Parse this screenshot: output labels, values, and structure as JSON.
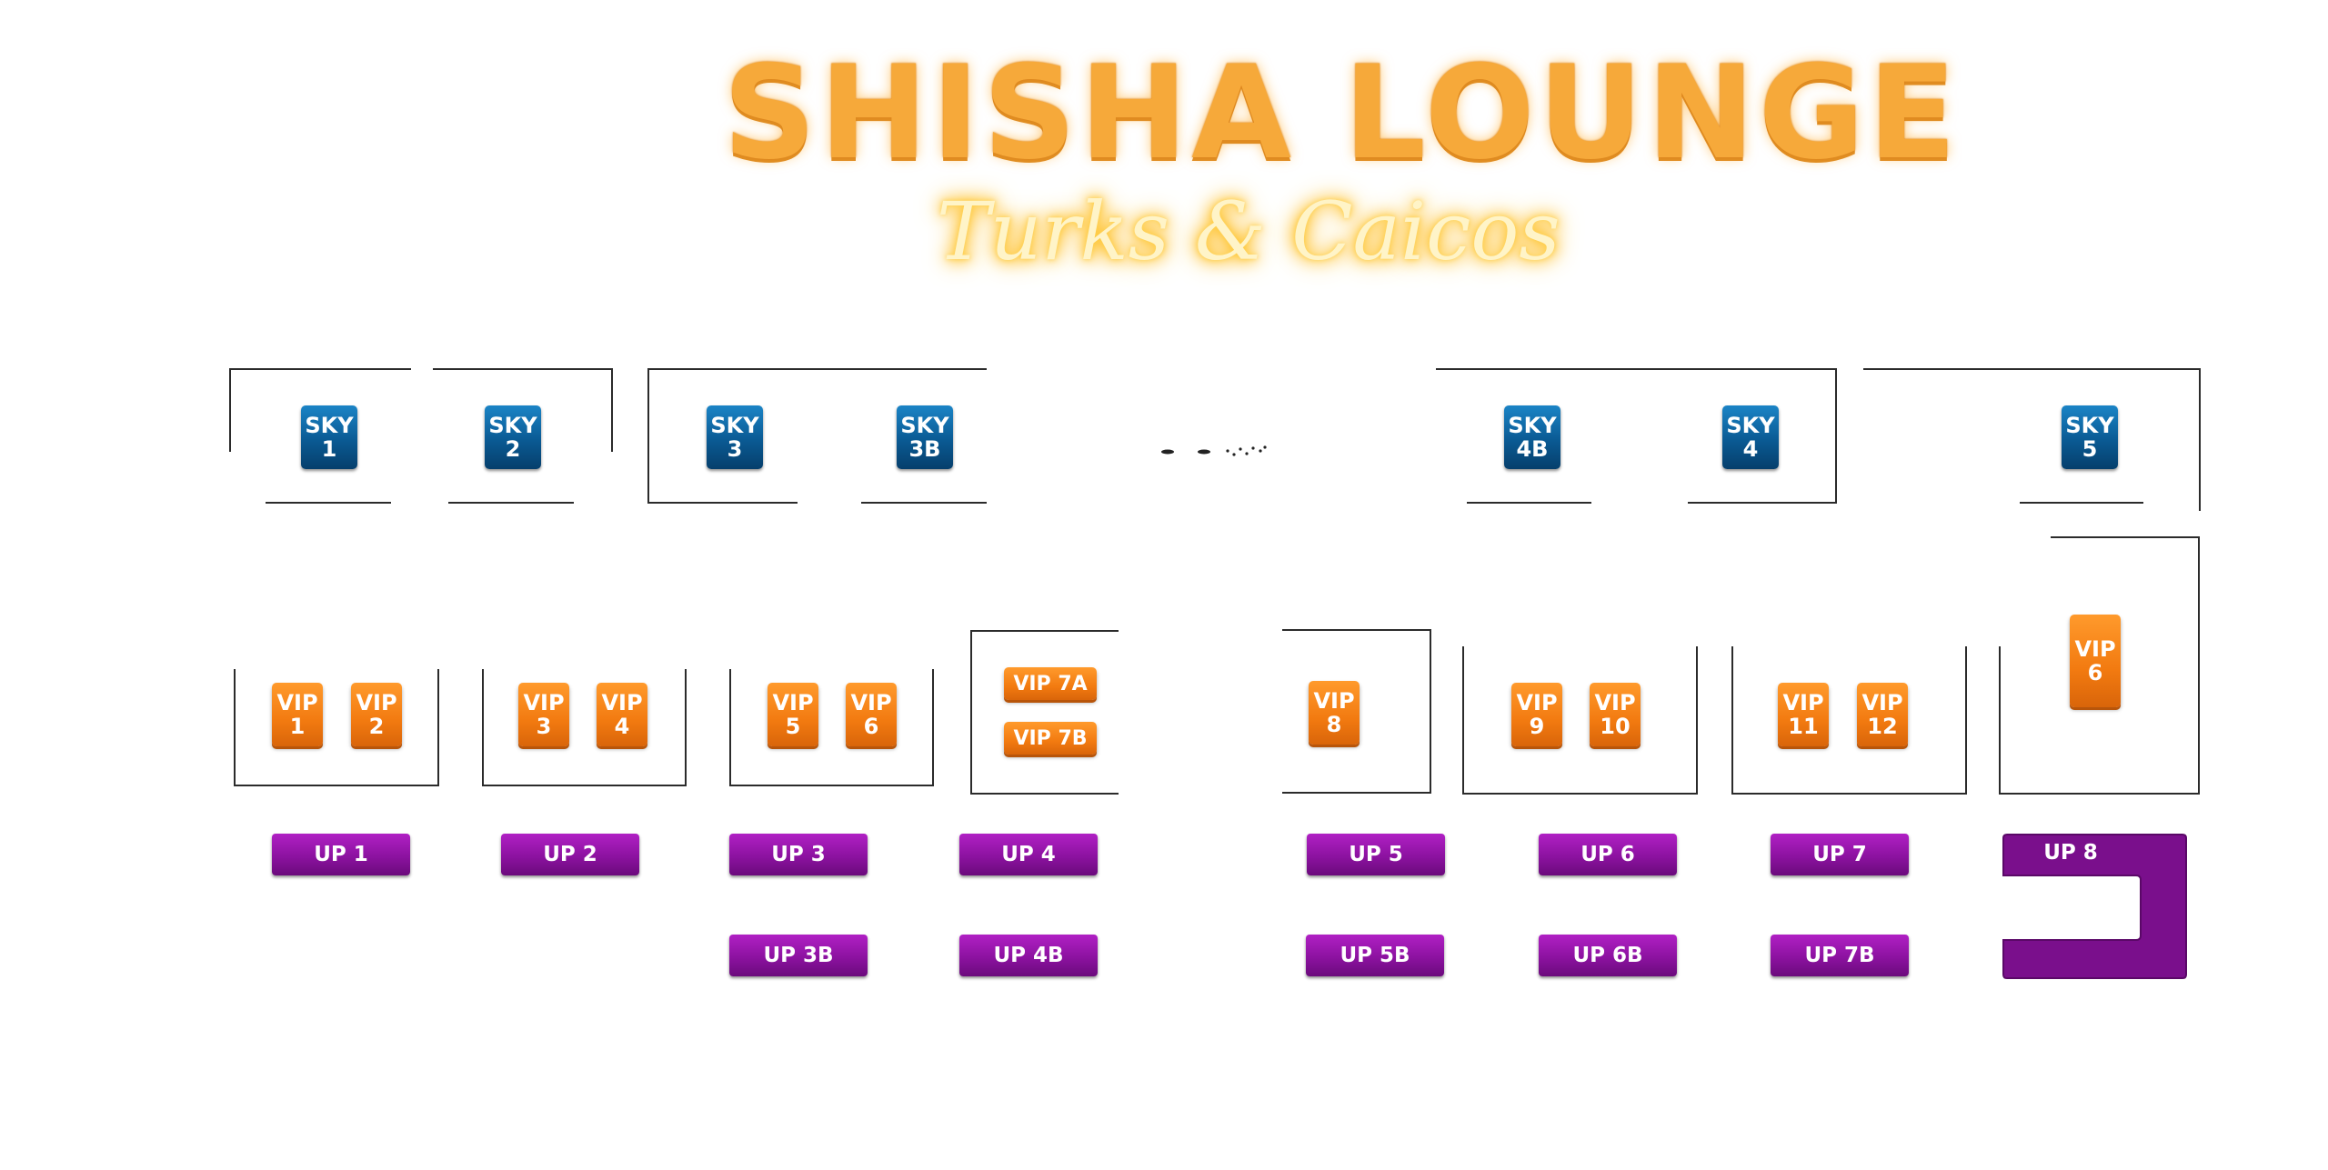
{
  "logo": {
    "title": "SHISHA LOUNGE",
    "subtitle": "Turks & Caicos"
  },
  "colors": {
    "sky": "#0a5a93",
    "vip": "#f27a10",
    "up": "#8c12a0",
    "logo_gold": "#f6a93a",
    "lines": "#2b2b2b"
  },
  "sky": {
    "s1": "SKY\n1",
    "s2": "SKY\n2",
    "s3": "SKY\n3",
    "s3b": "SKY\n3B",
    "s4b": "SKY\n4B",
    "s4": "SKY\n4",
    "s5": "SKY\n5"
  },
  "vip": {
    "v1": "VIP\n1",
    "v2": "VIP\n2",
    "v3": "VIP\n3",
    "v4": "VIP\n4",
    "v5": "VIP\n5",
    "v6": "VIP\n6",
    "v7a": "VIP 7A",
    "v7b": "VIP 7B",
    "v8": "VIP\n8",
    "v9": "VIP\n9",
    "v10": "VIP\n10",
    "v11": "VIP\n11",
    "v12": "VIP\n12",
    "v6b": "VIP\n6"
  },
  "up": {
    "u1": "UP 1",
    "u2": "UP 2",
    "u3": "UP 3",
    "u4": "UP 4",
    "u5": "UP 5",
    "u6": "UP 6",
    "u7": "UP 7",
    "u8": "UP 8",
    "u3b": "UP 3B",
    "u4b": "UP 4B",
    "u5b": "UP 5B",
    "u6b": "UP 6B",
    "u7b": "UP 7B"
  }
}
